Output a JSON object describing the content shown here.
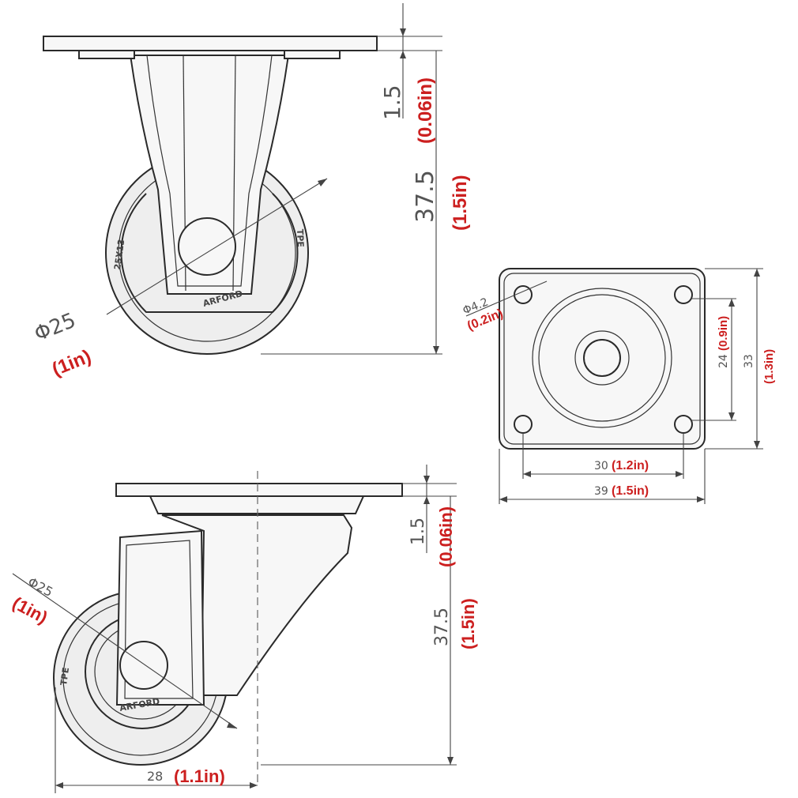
{
  "colors": {
    "line": "#2a2a2a",
    "dimension_text": "#555555",
    "inch_text": "#cc1f1f"
  },
  "front_view": {
    "top_dim_mm": "1.5",
    "top_dim_in": "(0.06in)",
    "height_dim_mm": "37.5",
    "height_dim_in": "(1.5in)",
    "wheel_dia_mm": "Φ25",
    "wheel_dia_in": "(1in)",
    "wheel_print_size": "25X13",
    "wheel_print_brand": "ARFORD",
    "wheel_print_material": "TPE"
  },
  "plate_view": {
    "hole_dia_mm": "Φ4.2",
    "hole_dia_in": "(0.2in)",
    "hole_spacing_v_mm": "24",
    "hole_spacing_v_in": "(0.9in)",
    "plate_height_mm": "33",
    "plate_height_in": "(1.3in)",
    "hole_spacing_h_mm": "30",
    "hole_spacing_h_in": "(1.2in)",
    "plate_width_mm": "39",
    "plate_width_in": "(1.5in)"
  },
  "side_view": {
    "top_dim_mm": "1.5",
    "top_dim_in": "(0.06in)",
    "height_dim_mm": "37.5",
    "height_dim_in": "(1.5in)",
    "wheel_dia_mm": "Φ25",
    "wheel_dia_in": "(1in)",
    "offset_mm": "28",
    "offset_in": "(1.1in)",
    "wheel_print_material": "TPE",
    "wheel_print_brand": "ARFORD"
  }
}
